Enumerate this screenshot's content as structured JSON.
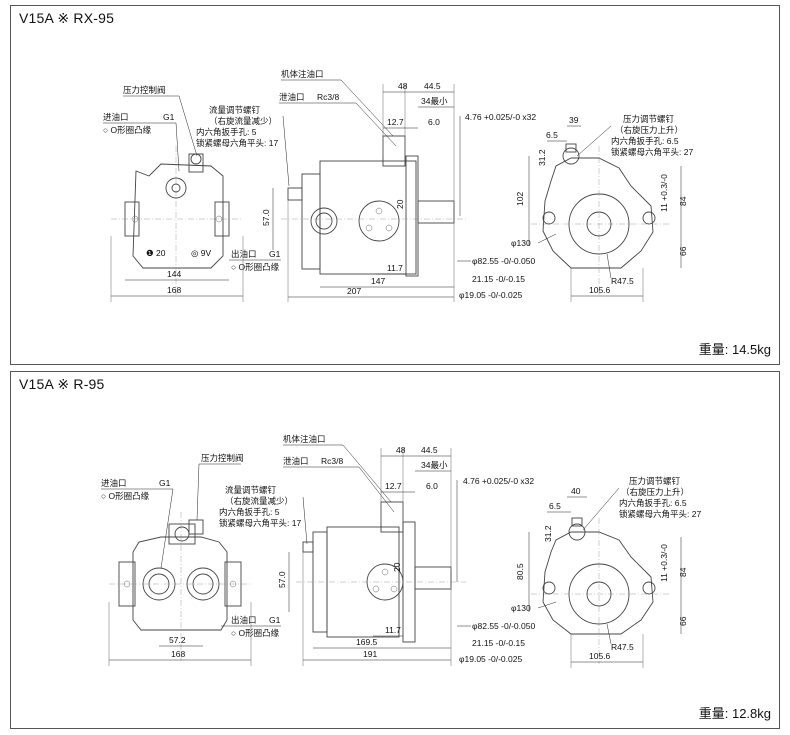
{
  "panels": [
    {
      "title": "V15A ※ RX-95",
      "weight": "重量: 14.5kg",
      "labels": {
        "relief_valve": "压力控制阀",
        "inlet": "进油口",
        "inlet_spec": "G1",
        "o_ring_flange_in": "O形圈凸缘",
        "flow_screw": "流量调节螺钉",
        "flow_screw_note": "（右旋流量减少）",
        "hex_socket": "内六角扳手孔: 5",
        "lock_nut": "锁紧螺母六角平头: 17",
        "outlet": "出油口",
        "outlet_spec": "G1",
        "o_ring_flange_out": "O形圈凸缘",
        "fill_port": "机体注油口",
        "drain_port": "泄油口",
        "drain_spec": "Rc3/8",
        "pressure_screw": "压力调节螺钉",
        "pressure_screw_note": "（右旋压力上升）",
        "hex_socket_2": "内六角扳手孔: 6.5",
        "lock_nut_2": "锁紧螺母六角平头: 27"
      },
      "dims": [
        "144",
        "168",
        "57.0",
        "207",
        "147",
        "11.7",
        "48",
        "44.5",
        "34最小",
        "12.7",
        "6.0",
        "20",
        "4.76 +0.025/-0 x32",
        "φ82.55 -0/-0.050",
        "21.15 -0/-0.15",
        "φ19.05 -0/-0.025",
        "39",
        "6.5",
        "31.2",
        "102",
        "11 +0.3/-0",
        "84",
        "66",
        "φ130",
        "R47.5",
        "105.6"
      ]
    },
    {
      "title": "V15A ※ R-95",
      "weight": "重量: 12.8kg",
      "labels": {
        "relief_valve": "压力控制阀",
        "inlet": "进油口",
        "inlet_spec": "G1",
        "o_ring_flange_in": "O形圈凸缘",
        "flow_screw": "流量调节螺钉",
        "flow_screw_note": "（右旋流量减少）",
        "hex_socket": "内六角扳手孔: 5",
        "lock_nut": "锁紧螺母六角平头: 17",
        "outlet": "出油口",
        "outlet_spec": "G1",
        "o_ring_flange_out": "O形圈凸缘",
        "fill_port": "机体注油口",
        "drain_port": "泄油口",
        "drain_spec": "Rc3/8",
        "pressure_screw": "压力调节螺钉",
        "pressure_screw_note": "（右旋压力上升）",
        "hex_socket_2": "内六角扳手孔: 6.5",
        "lock_nut_2": "锁紧螺母六角平头: 27"
      },
      "dims": [
        "57.2",
        "168",
        "57.0",
        "191",
        "169.5",
        "11.7",
        "48",
        "44.5",
        "34最小",
        "12.7",
        "6.0",
        "20",
        "4.76 +0.025/-0 x32",
        "φ82.55 -0/-0.050",
        "21.15 -0/-0.15",
        "φ19.05 -0/-0.025",
        "40",
        "6.5",
        "31.2",
        "80.5",
        "11 +0.3/-0",
        "84",
        "66",
        "φ130",
        "R47.5",
        "105.6"
      ]
    }
  ]
}
